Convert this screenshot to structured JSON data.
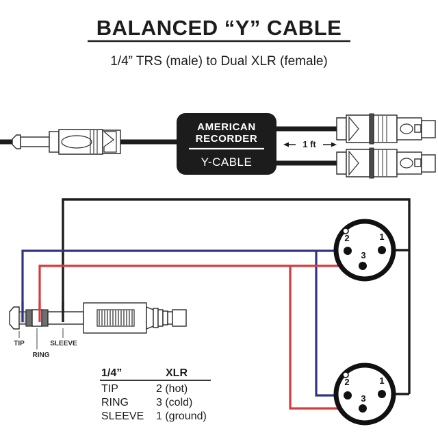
{
  "header": {
    "title": "BALANCED “Y” CABLE",
    "subtitle": "1/4” TRS (male) to Dual XLR (female)"
  },
  "product": {
    "brand_line1": "AMERICAN",
    "brand_line2": "RECORDER",
    "model": "Y-CABLE",
    "dimension_label": "1 ft"
  },
  "jack_labels": {
    "tip": "TIP",
    "ring": "RING",
    "sleeve": "SLEEVE"
  },
  "xlr_top": {
    "pin1": "1",
    "pin2": "2",
    "pin3": "3"
  },
  "xlr_bottom": {
    "pin1": "1",
    "pin2": "2",
    "pin3": "3"
  },
  "legend": {
    "header_left": "1/4”",
    "header_right": "XLR",
    "rows": [
      {
        "left": "TIP",
        "right": "2 (hot)"
      },
      {
        "left": "RING",
        "right": "3 (cold)"
      },
      {
        "left": "SLEEVE",
        "right": "1 (ground)"
      }
    ]
  },
  "colors": {
    "wire_tip_blue": "#2f3582",
    "wire_ring_red": "#d93a3f",
    "wire_sleeve_black": "#1c1c1c",
    "connector_body": "#1c1c1c",
    "label_box": "#1c1c1c",
    "background": "#ffffff"
  }
}
